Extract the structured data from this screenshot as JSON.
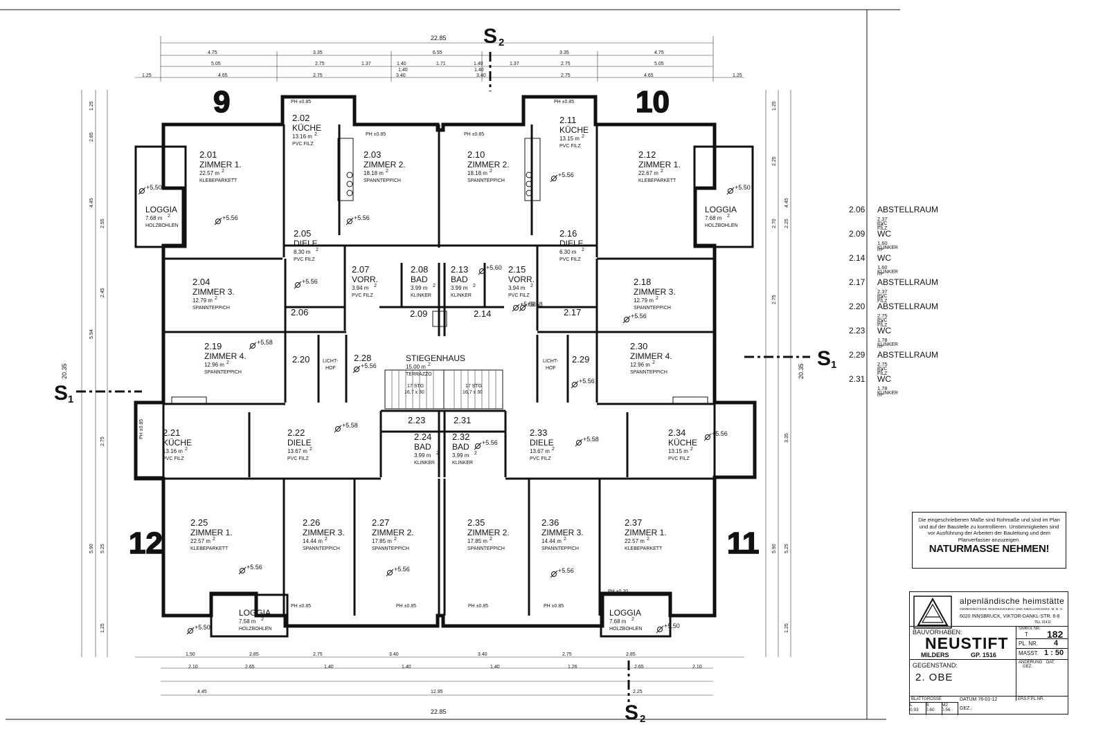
{
  "sections": {
    "s2_top": {
      "main": "S",
      "sub": "2"
    },
    "s2_bottom": {
      "main": "S",
      "sub": "2"
    },
    "s1_left": {
      "main": "S",
      "sub": "1"
    },
    "s1_right": {
      "main": "S",
      "sub": "1"
    }
  },
  "apartments": [
    "9",
    "10",
    "11",
    "12"
  ],
  "dimensions": {
    "total": "22.85",
    "total_height": "20.35",
    "top_row1": [
      "4.75",
      "3.35",
      "6.55",
      "3.35",
      "4.75"
    ],
    "top_row2": [
      "5.05",
      "2.75",
      "1.37",
      "1.40",
      "1.71",
      "1.40",
      "1.37",
      "2.75",
      "5.05"
    ],
    "top_row3": [
      "1.25",
      "4.65",
      "2.75",
      "3.40",
      "3.40",
      "2.75",
      "4.65",
      "1.25"
    ],
    "top_extra": [
      "1.40",
      "1.40"
    ],
    "bottom_row1": [
      "1.50",
      "2.85",
      "2.75",
      "3.40",
      "3.40",
      "2.75",
      "2.85"
    ],
    "bottom_row2": [
      "2.10",
      "2.65",
      "1.40",
      "1.40",
      "1.40",
      "1.26",
      "2.65",
      "2.10"
    ],
    "bottom_row3": [
      "4.45",
      "12.95",
      "2.25"
    ],
    "side_left": [
      "1.25",
      "2.85",
      "4.45",
      "2.55",
      "2.45",
      "5.94",
      "2.75",
      "5.90",
      "5.25",
      "1.25"
    ],
    "side_right": [
      "1.25",
      "2.25",
      "4.45",
      "2.70",
      "2.25",
      "2.75",
      "5.90",
      "3.35",
      "5.25",
      "1.25"
    ]
  },
  "rooms": [
    {
      "num": "2.01",
      "type": "ZIMMER 1.",
      "area": "22.57",
      "floor": "KLEBEPARKETT"
    },
    {
      "num": "2.02",
      "type": "KÜCHE",
      "area": "13.16",
      "floor": "PVC FILZ"
    },
    {
      "num": "2.03",
      "type": "ZIMMER 2.",
      "area": "18.18",
      "floor": "SPANNTEPPICH"
    },
    {
      "num": "2.10",
      "type": "ZIMMER 2.",
      "area": "18.18",
      "floor": "SPANNTEPPICH"
    },
    {
      "num": "2.11",
      "type": "KÜCHE",
      "area": "13.15",
      "floor": "PVC FILZ"
    },
    {
      "num": "2.12",
      "type": "ZIMMER 1.",
      "area": "22.67",
      "floor": "KLEBEPARKETT"
    },
    {
      "num": "",
      "type": "LOGGIA",
      "area": "7.68",
      "floor": "HOLZBOHLEN"
    },
    {
      "num": "",
      "type": "LOGGIA",
      "area": "7.68",
      "floor": "HOLZBOHLEN"
    },
    {
      "num": "2.05",
      "type": "DIELE",
      "area": "8.30",
      "floor": "PVC FILZ"
    },
    {
      "num": "2.16",
      "type": "DIELE",
      "area": "6.30",
      "floor": "PVC FILZ"
    },
    {
      "num": "2.04",
      "type": "ZIMMER 3.",
      "area": "12.79",
      "floor": "SPANNTEPPICH"
    },
    {
      "num": "2.07",
      "type": "VORR.",
      "area": "3.94",
      "floor": "PVC FILZ"
    },
    {
      "num": "2.08",
      "type": "BAD",
      "area": "3.99",
      "floor": "KLINKER"
    },
    {
      "num": "2.13",
      "type": "BAD",
      "area": "3.99",
      "floor": "KLINKER"
    },
    {
      "num": "2.15",
      "type": "VORR.",
      "area": "3.94",
      "floor": "PVC FILZ"
    },
    {
      "num": "2.18",
      "type": "ZIMMER 3.",
      "area": "12.79",
      "floor": "SPANNTEPPICH"
    },
    {
      "num": "2.19",
      "type": "ZIMMER 4.",
      "area": "12.96",
      "floor": "SPANNTEPPICH"
    },
    {
      "num": "2.28",
      "type": "",
      "area": "",
      "floor": ""
    },
    {
      "num": "",
      "type": "STIEGENHAUS",
      "area": "15.00",
      "floor": "TERRAZZO"
    },
    {
      "num": "2.30",
      "type": "ZIMMER 4.",
      "area": "12.96",
      "floor": "SPANNTEPPICH"
    },
    {
      "num": "2.21",
      "type": "KÜCHE",
      "area": "13.16",
      "floor": "PVC FILZ"
    },
    {
      "num": "2.22",
      "type": "DIELE",
      "area": "13.67",
      "floor": "PVC FILZ"
    },
    {
      "num": "2.24",
      "type": "BAD",
      "area": "3.99",
      "floor": "KLINKER"
    },
    {
      "num": "2.32",
      "type": "BAD",
      "area": "3.99",
      "floor": "KLINKER"
    },
    {
      "num": "2.33",
      "type": "DIELE",
      "area": "13.67",
      "floor": "PVC FILZ"
    },
    {
      "num": "2.34",
      "type": "KÜCHE",
      "area": "13.15",
      "floor": "PVC FILZ"
    },
    {
      "num": "2.25",
      "type": "ZIMMER 1.",
      "area": "22.57",
      "floor": "KLEBEPARKETT"
    },
    {
      "num": "2.26",
      "type": "ZIMMER 3.",
      "area": "14.44",
      "floor": "SPANNTEPPICH"
    },
    {
      "num": "2.27",
      "type": "ZIMMER 2.",
      "area": "17.85",
      "floor": "SPANNTEPPICH"
    },
    {
      "num": "2.35",
      "type": "ZIMMER 2.",
      "area": "17.85",
      "floor": "SPANNTEPPICH"
    },
    {
      "num": "2.36",
      "type": "ZIMMER 3.",
      "area": "14.44",
      "floor": "SPANNTEPPICH"
    },
    {
      "num": "2.37",
      "type": "ZIMMER 1.",
      "area": "22.57",
      "floor": "KLEBEPARKETT"
    },
    {
      "num": "",
      "type": "LOGGIA",
      "area": "7.58",
      "floor": "HOLZBOHLEN"
    },
    {
      "num": "",
      "type": "LOGGIA",
      "area": "7.68",
      "floor": "HOLZBOHLEN"
    }
  ],
  "small_labels": [
    "2.06",
    "2.09",
    "2.14",
    "2.17",
    "2.20",
    "2.29",
    "2.23",
    "2.31"
  ],
  "hof_labels": [
    "LICHT-",
    "HOF",
    "LICHT-",
    "HOF"
  ],
  "levels": [
    "+5.50",
    "+5.56",
    "+5.56",
    "+5.56",
    "+5.50",
    "+5.56",
    "+5.58",
    "+5.56",
    "+5.60",
    "+5.58",
    "+5.56",
    "+5.56",
    "+5.58",
    "+5.58",
    "+5.56",
    "+5.56",
    "+5.56",
    "+5.56",
    "+5.50",
    "+5.50",
    "+5.58",
    "+5.56"
  ],
  "ph_labels": [
    "PH ±0.85",
    "PH ±0.85",
    "PH ±0.85",
    "PH ±0.85",
    "PH ±0.85",
    "PH ±0.85",
    "PH ±0.85",
    "PH ±0.85",
    "PH ±0.85",
    "PH ±0.20"
  ],
  "stair": {
    "treads": "17 STG",
    "treads_b": "16,7 x 30"
  },
  "m2": "m",
  "legend": [
    {
      "code": "2.06",
      "name": "ABSTELLRAUM",
      "area": "2.37",
      "floor": "PVC FILZ"
    },
    {
      "code": "2.09",
      "name": "WC",
      "area": "1.60",
      "floor": "KLINKER"
    },
    {
      "code": "2.14",
      "name": "WC",
      "area": "1.60",
      "floor": "KLINKER"
    },
    {
      "code": "2.17",
      "name": "ABSTELLRAUM",
      "area": "2.37",
      "floor": "PVC FILZ"
    },
    {
      "code": "2.20",
      "name": "ABSTELLRAUM",
      "area": "2.75",
      "floor": "PVC FILZ"
    },
    {
      "code": "2.23",
      "name": "WC",
      "area": "1.78",
      "floor": "KLINKER"
    },
    {
      "code": "2.29",
      "name": "ABSTELLRAUM",
      "area": "2.75",
      "floor": "PVC FILZ"
    },
    {
      "code": "2.31",
      "name": "WC",
      "area": "1.78",
      "floor": "KLINKER"
    }
  ],
  "note": {
    "text": "Die eingeschriebenen Maße sind Rohmaße und sind im Plan und auf der Baustelle zu kontrollieren. Unstimmigkeiten sind vor Ausführung der Arbeiten der Bauleitung und dem Planverfasser anzuzeigen.",
    "headline": "NATURMASSE NEHMEN!"
  },
  "titleblock": {
    "company": "alpenländische heimstätte",
    "company_sub": "GEMEINNÜTZIGE WOHNUNGSBAU UND SIEDLUNGSGES. M. B. H.",
    "address": "6020 INNSBRUCK, VIKTOR-DANKL-STR. 6-8",
    "tel": "TEL 31411",
    "bauvorhaben_label": "BAUVORHABEN:",
    "bauvorhaben": "NEUSTIFT",
    "ort": "MILDERS",
    "gp": "GP. 1516",
    "symbol_label": "SIMBOL NR.",
    "symbol_sub": "T",
    "symbol_val": "182",
    "plnr_label": "PL. NR.",
    "plnr_val": "4",
    "masst_label": "MASST.",
    "masst_val": "1 : 50",
    "aenderung": "ÄNDERUNG",
    "dat": "DAT.",
    "gez_h": "GEZ.",
    "gegenstand_label": "GEGENSTAND:",
    "gegenstand": "2. OBE",
    "blattgroesse": "BLATTGRÖSSE",
    "bg_l": "L",
    "bg_b": "B",
    "bg_m2": "M2",
    "bg_l_v": "0.93",
    "bg_b_v": "0.60",
    "bg_m2_v": "0.56",
    "datum_label": "DATUM",
    "datum": "76-01-12",
    "gez_label": "GEZ.:",
    "erspl": "ERS.F.PL.NR."
  }
}
